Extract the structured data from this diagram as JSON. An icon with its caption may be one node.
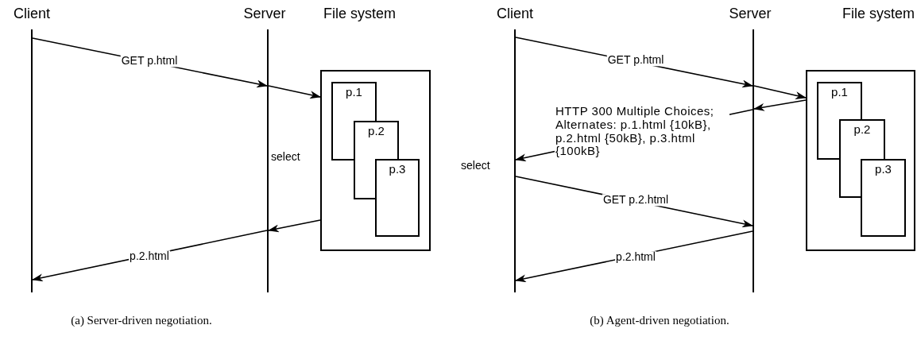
{
  "diagram": {
    "nodes": [
      {
        "text": [],
        "shape": "bar",
        "beside": [
          "Client"
        ]
      },
      {
        "text": [],
        "shape": "bar",
        "beside": [
          "Server"
        ]
      },
      {
        "text": [],
        "shape": "box",
        "beside": [
          "File system"
        ]
      },
      {
        "text": [
          "p.1"
        ],
        "in": 2
      },
      {
        "text": [
          "p.2"
        ],
        "in": 2
      },
      {
        "text": [
          "p.3"
        ],
        "in": 2
      },
      {
        "text": [],
        "shape": "bar",
        "beside": [
          "Client"
        ]
      },
      {
        "text": [],
        "shape": "bar",
        "beside": [
          "Server"
        ]
      },
      {
        "text": [],
        "shape": "box",
        "beside": [
          "File system"
        ]
      },
      {
        "text": [
          "p.1"
        ],
        "in": 8
      },
      {
        "text": [
          "p.2"
        ],
        "in": 8
      },
      {
        "text": [
          "p.3"
        ],
        "in": 8
      }
    ],
    "edges": [
      {
        "from": 0,
        "to": 1,
        "arrow": "to",
        "label": "GET p.html"
      },
      {
        "from": 1,
        "to": 2,
        "arrow": "to"
      },
      {
        "from": 2,
        "to": 1,
        "arrow": "to"
      },
      {
        "from": 1,
        "to": 0,
        "arrow": "to",
        "label": "p.2.html"
      },
      {
        "from": 6,
        "to": 7,
        "arrow": "to",
        "label": "GET p.html"
      },
      {
        "from": 7,
        "to": 8,
        "arrow": "to"
      },
      {
        "from": 8,
        "to": 7,
        "arrow": "to"
      },
      {
        "from": 7,
        "to": 6,
        "arrow": "to",
        "label": "HTTP 300 Multiple Choices; Alternates: p.1.html {10kB}, p.2.html {50kB}, p.3.html {100kB}"
      },
      {
        "from": 6,
        "to": 7,
        "arrow": "to",
        "label": "GET p.2.html"
      },
      {
        "from": 7,
        "to": 6,
        "arrow": "to",
        "label": "p.2.html"
      }
    ],
    "labels": [
      "select",
      "select",
      "(a) Server-driven negotiation.",
      "(b) Agent-driven negotiation."
    ]
  }
}
